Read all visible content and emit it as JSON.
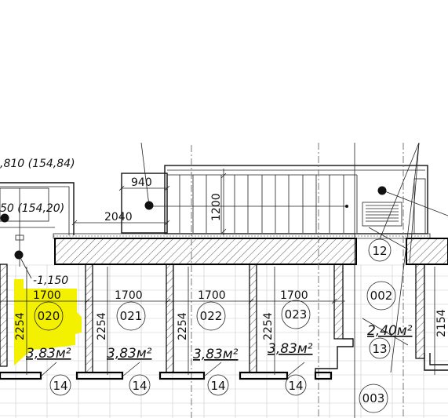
{
  "elevations": {
    "top": ",810 (154,84)",
    "middle": "50 (154,20)",
    "floor": "-1,150"
  },
  "dimensions": {
    "landing_width": "940",
    "landing_length": "2040",
    "stair_length": "1200",
    "room_width": "1700",
    "room_depth": "2254",
    "right_depth": "2154"
  },
  "rooms": [
    {
      "number": "020",
      "area": "3,83м²",
      "tag": "14"
    },
    {
      "number": "021",
      "area": "3,83м²",
      "tag": "14"
    },
    {
      "number": "022",
      "area": "3,83м²",
      "tag": "14"
    },
    {
      "number": "023",
      "area": "3,83м²",
      "tag": "14"
    }
  ],
  "other_rooms": {
    "room_002": "002",
    "room_002_area": "2,40м²",
    "room_002_tag": "13",
    "room_003": "003",
    "callout_12": "12"
  },
  "colors": {
    "highlight": "#f3f000",
    "line": "#111111",
    "grid": "#c9c9c9"
  }
}
